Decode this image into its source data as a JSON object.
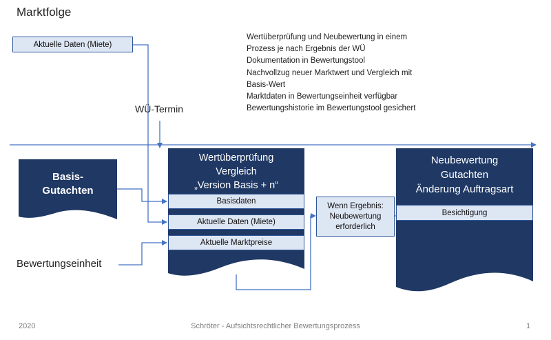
{
  "title": "Marktfolge",
  "input_box_label": "Aktuelle Daten (Miete)",
  "bullets": [
    "Wertüberprüfung und Neubewertung in einem",
    "Prozess je nach Ergebnis der WÜ",
    "Dokumentation in Bewertungstool",
    "Nachvollzug neuer Marktwert und Vergleich mit",
    "Basis-Wert",
    "Marktdaten in Bewertungseinheit verfügbar",
    "Bewertungshistorie im Bewertungstool gesichert"
  ],
  "wue_termin_label": "WÜ-Termin",
  "basis_doc": {
    "line1": "Basis-",
    "line2": "Gutachten"
  },
  "bewertungseinheit_label": "Bewertungseinheit",
  "wertpruefung_doc": {
    "line1": "Wertüberprüfung",
    "line2": "Vergleich",
    "line3": "„Version Basis + n“",
    "rows": [
      "Basisdaten",
      "Aktuelle Daten (Miete)",
      "Aktuelle Marktpreise"
    ]
  },
  "decision_box": {
    "line1": "Wenn Ergebnis:",
    "line2": "Neubewertung",
    "line3": "erforderlich"
  },
  "neubewertung_doc": {
    "line1": "Neubewertung",
    "line2": "Gutachten",
    "line3": "Änderung Auftragsart",
    "row": "Besichtigung"
  },
  "footer": {
    "year": "2020",
    "center": "Schröter - Aufsichtsrechtlicher Bewertungsprozess",
    "page": "1"
  },
  "colors": {
    "dark_navy": "#1f3864",
    "accent_blue": "#4472c4",
    "light_fill": "#dde6f3"
  }
}
